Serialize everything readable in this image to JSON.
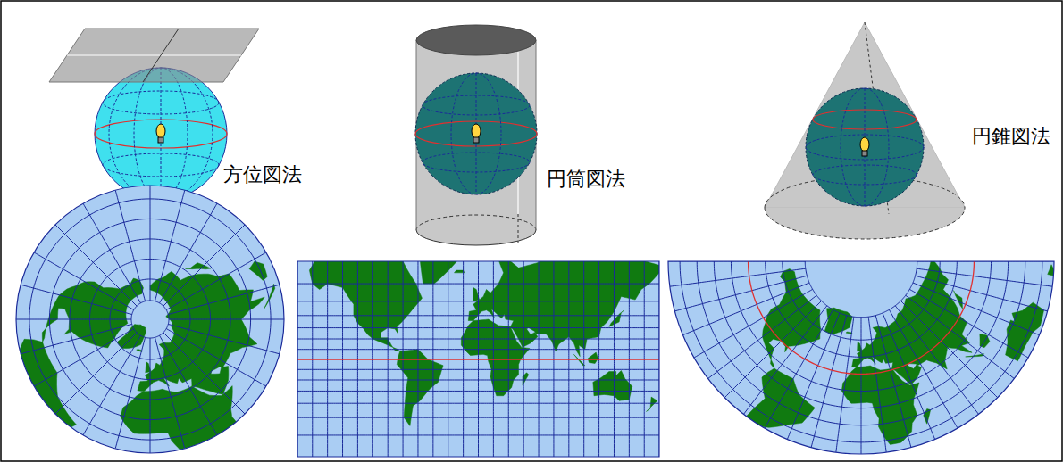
{
  "diagram": {
    "labels": [
      "方位図法",
      "円筒図法",
      "円錐図法"
    ]
  }
}
